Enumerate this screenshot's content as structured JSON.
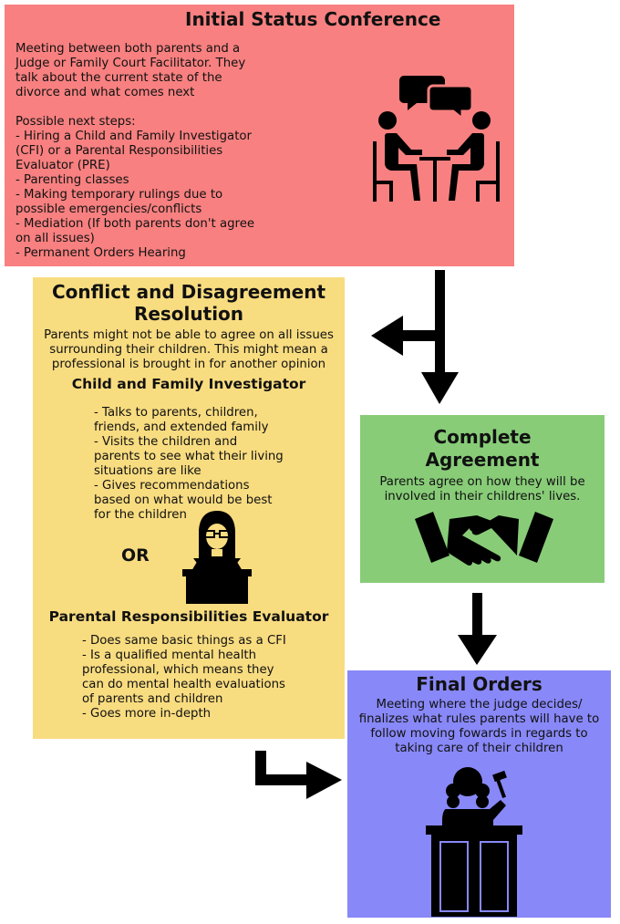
{
  "initial": {
    "title": "Initial Status Conference",
    "desc_lines": [
      "Meeting between both parents and a",
      "Judge or Family Court Facilitator.  They",
      "talk about the current state of the",
      "divorce and what comes next"
    ],
    "steps_heading": "Possible next steps:",
    "steps_lines": [
      "- Hiring a Child and Family Investigator",
      "(CFI) or a Parental Responsibilities",
      "Evaluator (PRE)",
      "- Parenting classes",
      "- Making temporary rulings due to",
      "possible emergencies/conflicts",
      "- Mediation (If both parents don't agree",
      "on all issues)",
      "- Permanent Orders Hearing"
    ],
    "icon": "meeting-conversation-icon"
  },
  "conflict": {
    "title_line1": "Conflict and Disagreement",
    "title_line2": "Resolution",
    "desc_lines": [
      "Parents might not be able to agree on all issues",
      "surrounding their children. This might mean a",
      "professional is brought in for another opinion"
    ],
    "cfi_heading": "Child and Family Investigator",
    "cfi_lines": [
      "- Talks to parents, children,",
      "friends, and extended family",
      "- Visits the children and",
      "parents to see what their living",
      "situations are like",
      "- Gives recommendations",
      "based on what would be best",
      "for the children"
    ],
    "or_label": "OR",
    "pre_heading": "Parental Responsibilities Evaluator",
    "pre_lines": [
      "- Does same basic things as a CFI",
      "- Is a qualified mental health",
      "professional, which means they",
      "can do mental health evaluations",
      "of parents and children",
      "- Goes more in-depth"
    ],
    "icon": "evaluator-at-podium-icon"
  },
  "agreement": {
    "title_line1": "Complete",
    "title_line2": "Agreement",
    "desc_lines": [
      "Parents agree on how they will be",
      "involved in their childrens' lives."
    ],
    "icon": "handshake-icon"
  },
  "final": {
    "title": "Final Orders",
    "desc_lines": [
      "Meeting where the judge decides/",
      "finalizes what rules parents will have to",
      "follow moving fowards in regards to",
      "taking care of their children"
    ],
    "icon": "judge-with-gavel-icon"
  },
  "colors": {
    "initial_bg": "#f88080",
    "conflict_bg": "#f8dc80",
    "agreement_bg": "#88cc78",
    "final_bg": "#8888f8",
    "arrow": "#000000"
  }
}
